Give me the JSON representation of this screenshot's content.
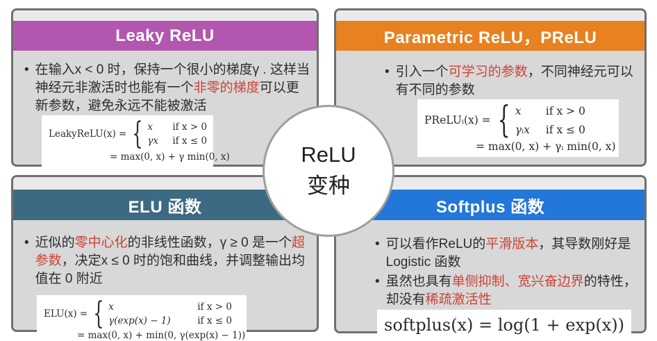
{
  "ui": {
    "bullet": "•",
    "brace": "{"
  },
  "colors": {
    "leaky_header": "#b356af",
    "prelu_header": "#e8811f",
    "elu_header": "#3d6a83",
    "softplus_header": "#2277d8",
    "highlight_red": "#cb4335",
    "card_bg": "#d8d8d8",
    "card_border": "#6f6f6f"
  },
  "center": {
    "line1": "ReLU",
    "line2": "变种"
  },
  "panels": {
    "leaky": {
      "title": "Leaky ReLU",
      "b1": [
        "在输入x < 0 时，保持一个很小的梯度γ . 这样当神经元非激活时也能有一个",
        "非零的梯度",
        "可以更新参数，避免永远不能被激活"
      ],
      "formula": {
        "lhs": "LeakyReLU(x) =",
        "c1v": "x",
        "c1c": "if x > 0",
        "c2v": "γx",
        "c2c": "if x ≤ 0",
        "result": "= max(0, x) + γ min(0, x)"
      }
    },
    "prelu": {
      "title": "Parametric ReLU，PReLU",
      "b1": [
        "引入一个",
        "可学习的参数",
        "，不同神经元可以有不同的参数"
      ],
      "formula": {
        "lhs": "PReLUᵢ(x) =",
        "c1v": "x",
        "c1c": "if x > 0",
        "c2v": "γᵢx",
        "c2c": "if x ≤ 0",
        "result": "= max(0, x) + γᵢ min(0, x)"
      }
    },
    "elu": {
      "title": "ELU 函数",
      "b1": [
        "近似的",
        "零中心化",
        "的非线性函数，γ ≥ 0 是一个",
        "超参数",
        "，决定x ≤ 0 时的饱和曲线，并调整输出均值在 0 附近"
      ],
      "formula": {
        "lhs": "ELU(x) =",
        "c1v": "x",
        "c1c": "if x > 0",
        "c2v": "γ(exp(x) − 1)",
        "c2c": "if x ≤ 0",
        "result": "= max(0, x) + min(0, γ(exp(x) − 1))"
      }
    },
    "softplus": {
      "title": "Softplus 函数",
      "b1": [
        "可以看作ReLU的",
        "平滑版本",
        "，其导数刚好是Logistic 函数"
      ],
      "b2": [
        "虽然也具有",
        "单侧抑制、宽兴奋边界",
        "的特性，却没有",
        "稀疏激活性"
      ],
      "formula": {
        "text": "softplus(x) = log(1 + exp(x))"
      }
    }
  }
}
